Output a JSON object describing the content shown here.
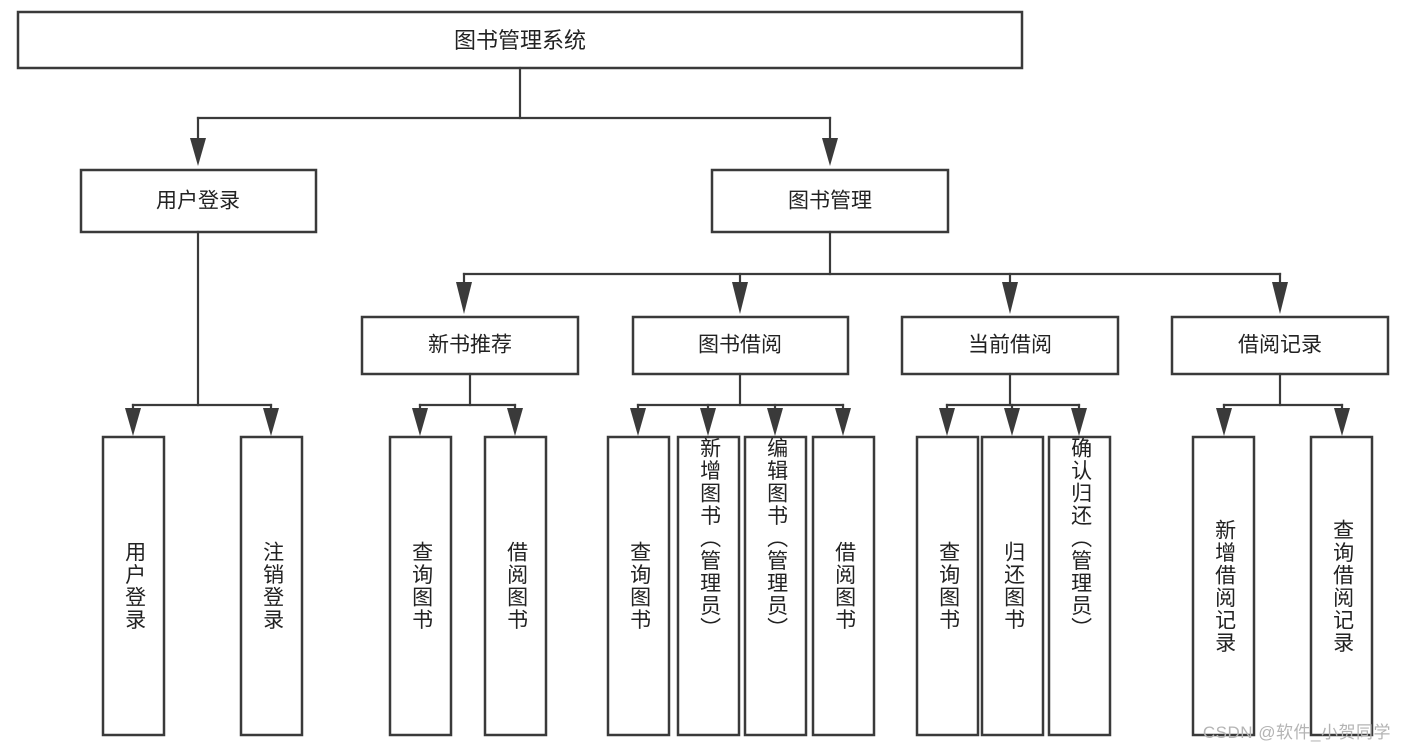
{
  "diagram": {
    "type": "tree-hierarchy",
    "title": "图书管理系统",
    "watermark": "CSDN @软件_小贺同学",
    "colors": {
      "box_fill": "#ffffff",
      "box_stroke": "#3a3a3a",
      "text": "#222222",
      "watermark": "#b4b4b4",
      "background": "#ffffff"
    },
    "root": {
      "label": "图书管理系统"
    },
    "level1": [
      {
        "label": "用户登录"
      },
      {
        "label": "图书管理"
      }
    ],
    "level2": [
      {
        "label": "新书推荐"
      },
      {
        "label": "图书借阅"
      },
      {
        "label": "当前借阅"
      },
      {
        "label": "借阅记录"
      }
    ],
    "leaves": {
      "user_login": [
        {
          "label": "用户登录"
        },
        {
          "label": "注销登录"
        }
      ],
      "new_book_recommend": [
        {
          "label": "查询图书"
        },
        {
          "label": "借阅图书"
        }
      ],
      "book_borrow": [
        {
          "label": "查询图书"
        },
        {
          "label": "新增图书（管理员）"
        },
        {
          "label": "编辑图书（管理员）"
        },
        {
          "label": "借阅图书"
        }
      ],
      "current_borrow": [
        {
          "label": "查询图书"
        },
        {
          "label": "归还图书"
        },
        {
          "label": "确认归还（管理员）"
        }
      ],
      "borrow_record": [
        {
          "label": "新增借阅记录"
        },
        {
          "label": "查询借阅记录"
        }
      ]
    }
  }
}
